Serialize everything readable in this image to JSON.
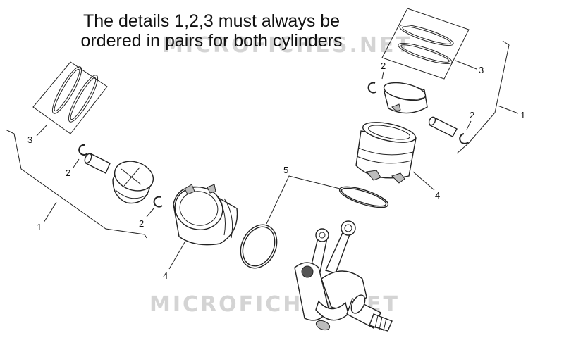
{
  "note": {
    "line1": "The details 1,2,3 must always be",
    "line2": "ordered in pairs for both cylinders"
  },
  "watermark": "MICROFICHES.NET",
  "callouts": {
    "group_right": "1",
    "group_left": "1",
    "circlip_right_top": "2",
    "circlip_right_side": "2",
    "circlip_left_top": "2",
    "circlip_left_bottom": "2",
    "rings_right": "3",
    "rings_left": "3",
    "cylinder_right": "4",
    "cylinder_left": "4",
    "gasket": "5"
  },
  "colors": {
    "line": "#222222",
    "watermark": "#d4d4d4",
    "text": "#111111"
  }
}
